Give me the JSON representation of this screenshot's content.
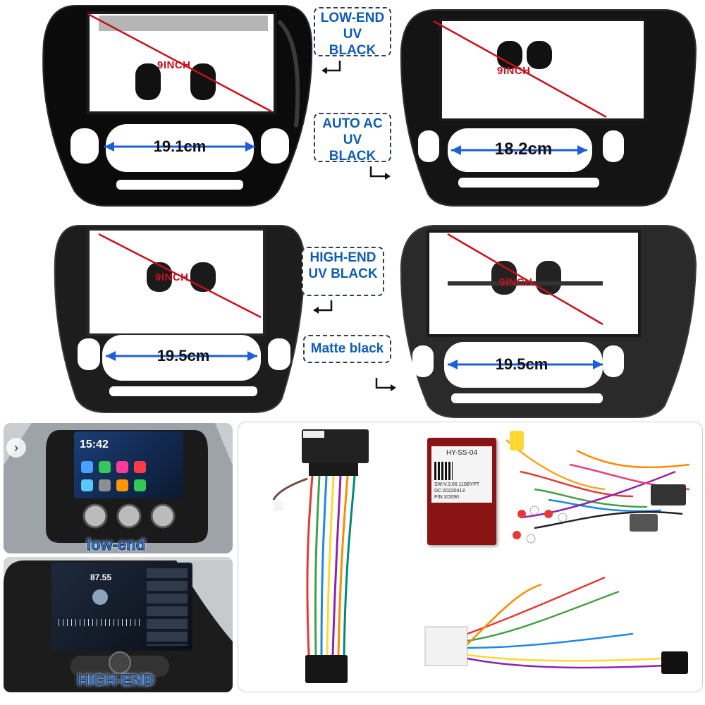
{
  "variants": [
    {
      "line1": "LOW-END",
      "line2": "UV BLACK"
    },
    {
      "line1": "AUTO AC",
      "line2": "UV BLACK"
    },
    {
      "line1": "HIGH-END",
      "line2": "UV BLACK"
    },
    {
      "line1": "Matte black"
    }
  ],
  "screen_size_label": "9INCH",
  "widths": [
    "19.1cm",
    "18.2cm",
    "19.5cm",
    "19.5cm"
  ],
  "installed": {
    "low": {
      "caption": "low-end",
      "clock": "15:42"
    },
    "high": {
      "caption": "HIGH-END",
      "clock": "87.55"
    }
  },
  "canbox": {
    "model": "HY-SS-04",
    "lines": [
      "SW:V.3.00.110BYPT",
      "DC:20220413",
      "P/N:XD090"
    ]
  },
  "colors": {
    "tag_text": "#0f5db3",
    "arrow": "#1d5fd6",
    "diagonal": "#c8101c"
  }
}
